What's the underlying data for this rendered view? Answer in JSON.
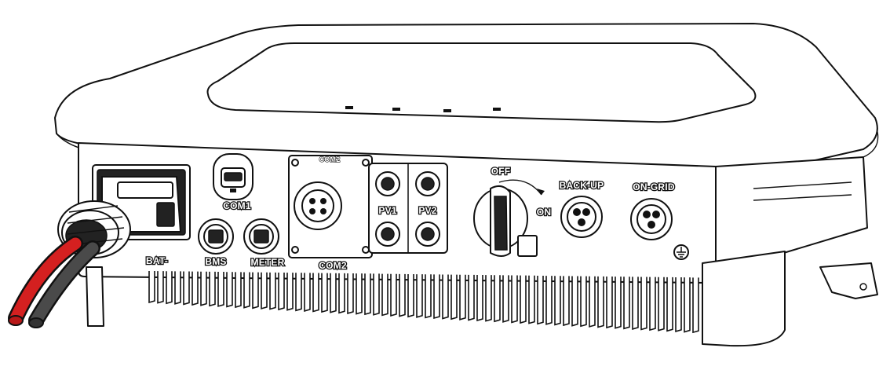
{
  "labels": {
    "bat": "BAT-",
    "com1": "COM1",
    "bms": "BMS",
    "meter": "METER",
    "com2_top": "COM2",
    "com2_bottom": "COM2",
    "pv1": "PV1",
    "pv2": "PV2",
    "off": "OFF",
    "on": "ON",
    "backup": "BACK-UP",
    "ongrid": "ON-GRID"
  },
  "colors": {
    "outline": "#111111",
    "body": "#ffffff",
    "cable_red": "#d42020",
    "cable_grey": "#4a4a4a"
  },
  "icons": {
    "ground": "ground-symbol-icon"
  }
}
